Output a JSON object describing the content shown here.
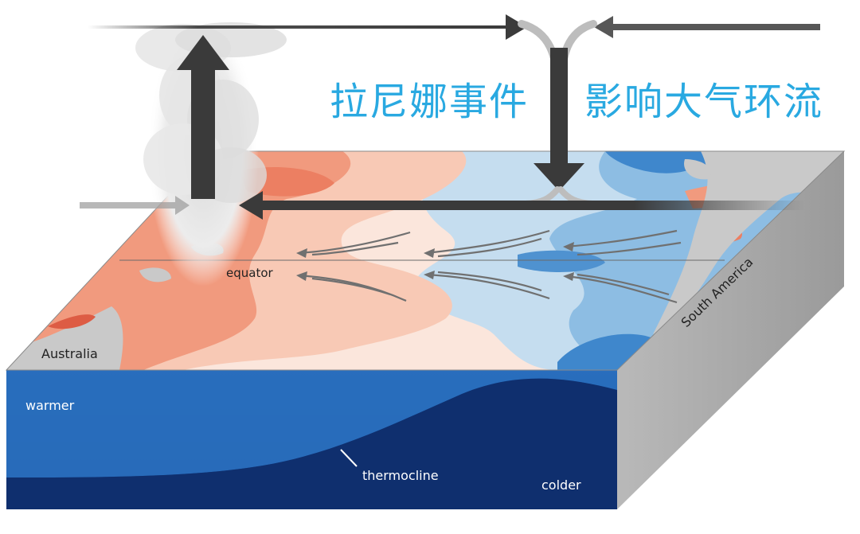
{
  "title": {
    "left": "拉尼娜事件",
    "right": "影响大气环流"
  },
  "labels": {
    "equator": "equator",
    "australia": "Australia",
    "south_america": "South America",
    "warmer": "warmer",
    "thermocline": "thermocline",
    "colder": "colder"
  },
  "colors": {
    "title": "#29a9e1",
    "warm_anomaly": "#f19a7e",
    "warm_light": "#f8c9b5",
    "cool_anomaly": "#6aa8d8",
    "cool_light": "#c5ddef",
    "ocean_warm_layer": "#1d56a3",
    "ocean_cold_layer": "#0f2f6e",
    "land": "#c9c9c9",
    "circulation_arrow": "#3a3a3a",
    "trade_wind_arrow": "#707070"
  }
}
